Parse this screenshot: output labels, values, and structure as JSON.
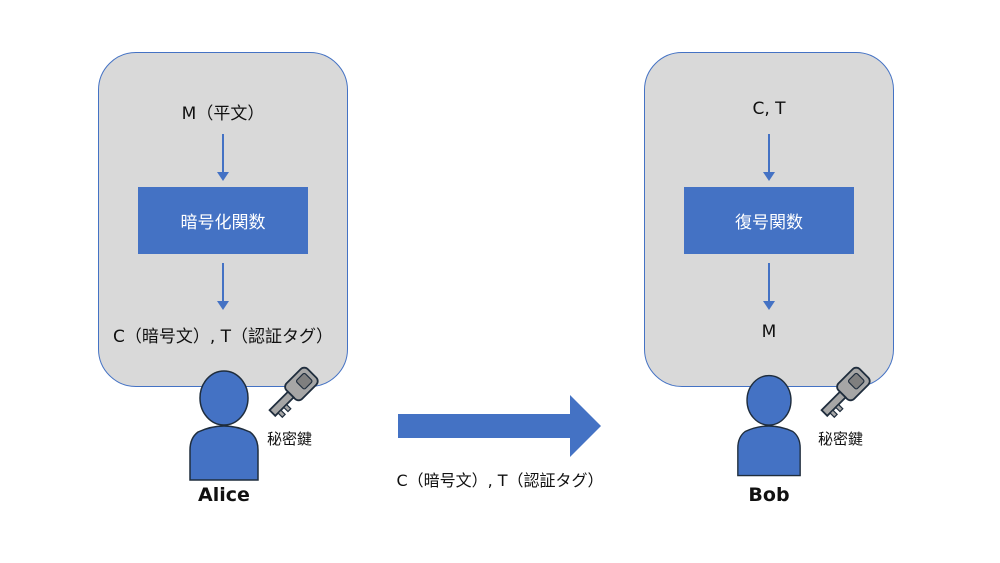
{
  "alice": {
    "input_label": "M（平文）",
    "function_label": "暗号化関数",
    "output_label": "C（暗号文）, T（認証タグ）",
    "key_label": "秘密鍵",
    "name": "Alice"
  },
  "bob": {
    "input_label": "C, T",
    "function_label": "復号関数",
    "output_label": "M",
    "key_label": "秘密鍵",
    "name": "Bob"
  },
  "transfer": {
    "label": "C（暗号文）, T（認証タグ）"
  },
  "colors": {
    "accent": "#4472c4",
    "panel": "#d9d9d9",
    "key": "#a6a6a6"
  },
  "icons": {
    "person": "person-icon",
    "key": "key-icon",
    "arrow": "right-arrow"
  }
}
